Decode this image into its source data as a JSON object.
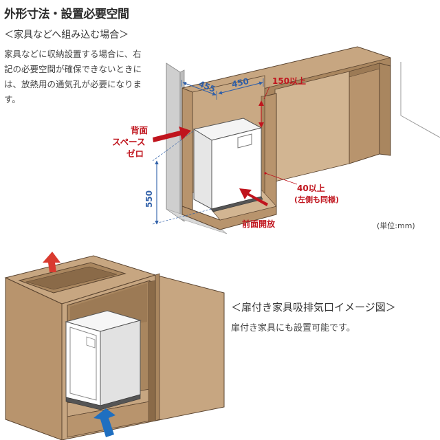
{
  "heading": "外形寸法・設置必要空間",
  "subheading": "＜家具などへ組み込む場合＞",
  "description": "家具などに収納設置する場合に、右記の必要空間が確保できないときには、放熱用の通気孔が必要になります。",
  "dimensions": {
    "depth": "455",
    "width": "450",
    "height": "550",
    "top_clearance": "150以上",
    "side_clearance_line1": "40以上",
    "side_clearance_line2": "(左側も同様)"
  },
  "labels": {
    "back_space_line1": "背面",
    "back_space_line2": "スペース",
    "back_space_line3": "ゼロ",
    "front_open": "前面開放",
    "unit": "(単位:mm)"
  },
  "caption": {
    "title": "＜扉付き家具吸排気口イメージ図＞",
    "text": "扉付き家具にも設置可能です。"
  },
  "colors": {
    "wood": "#c7a681",
    "wood_dark": "#a9865f",
    "wood_edge": "#5a4430",
    "accent_red": "#c0141d",
    "accent_blue": "#1f6fc0",
    "dim_line": "#2f5fa8"
  }
}
